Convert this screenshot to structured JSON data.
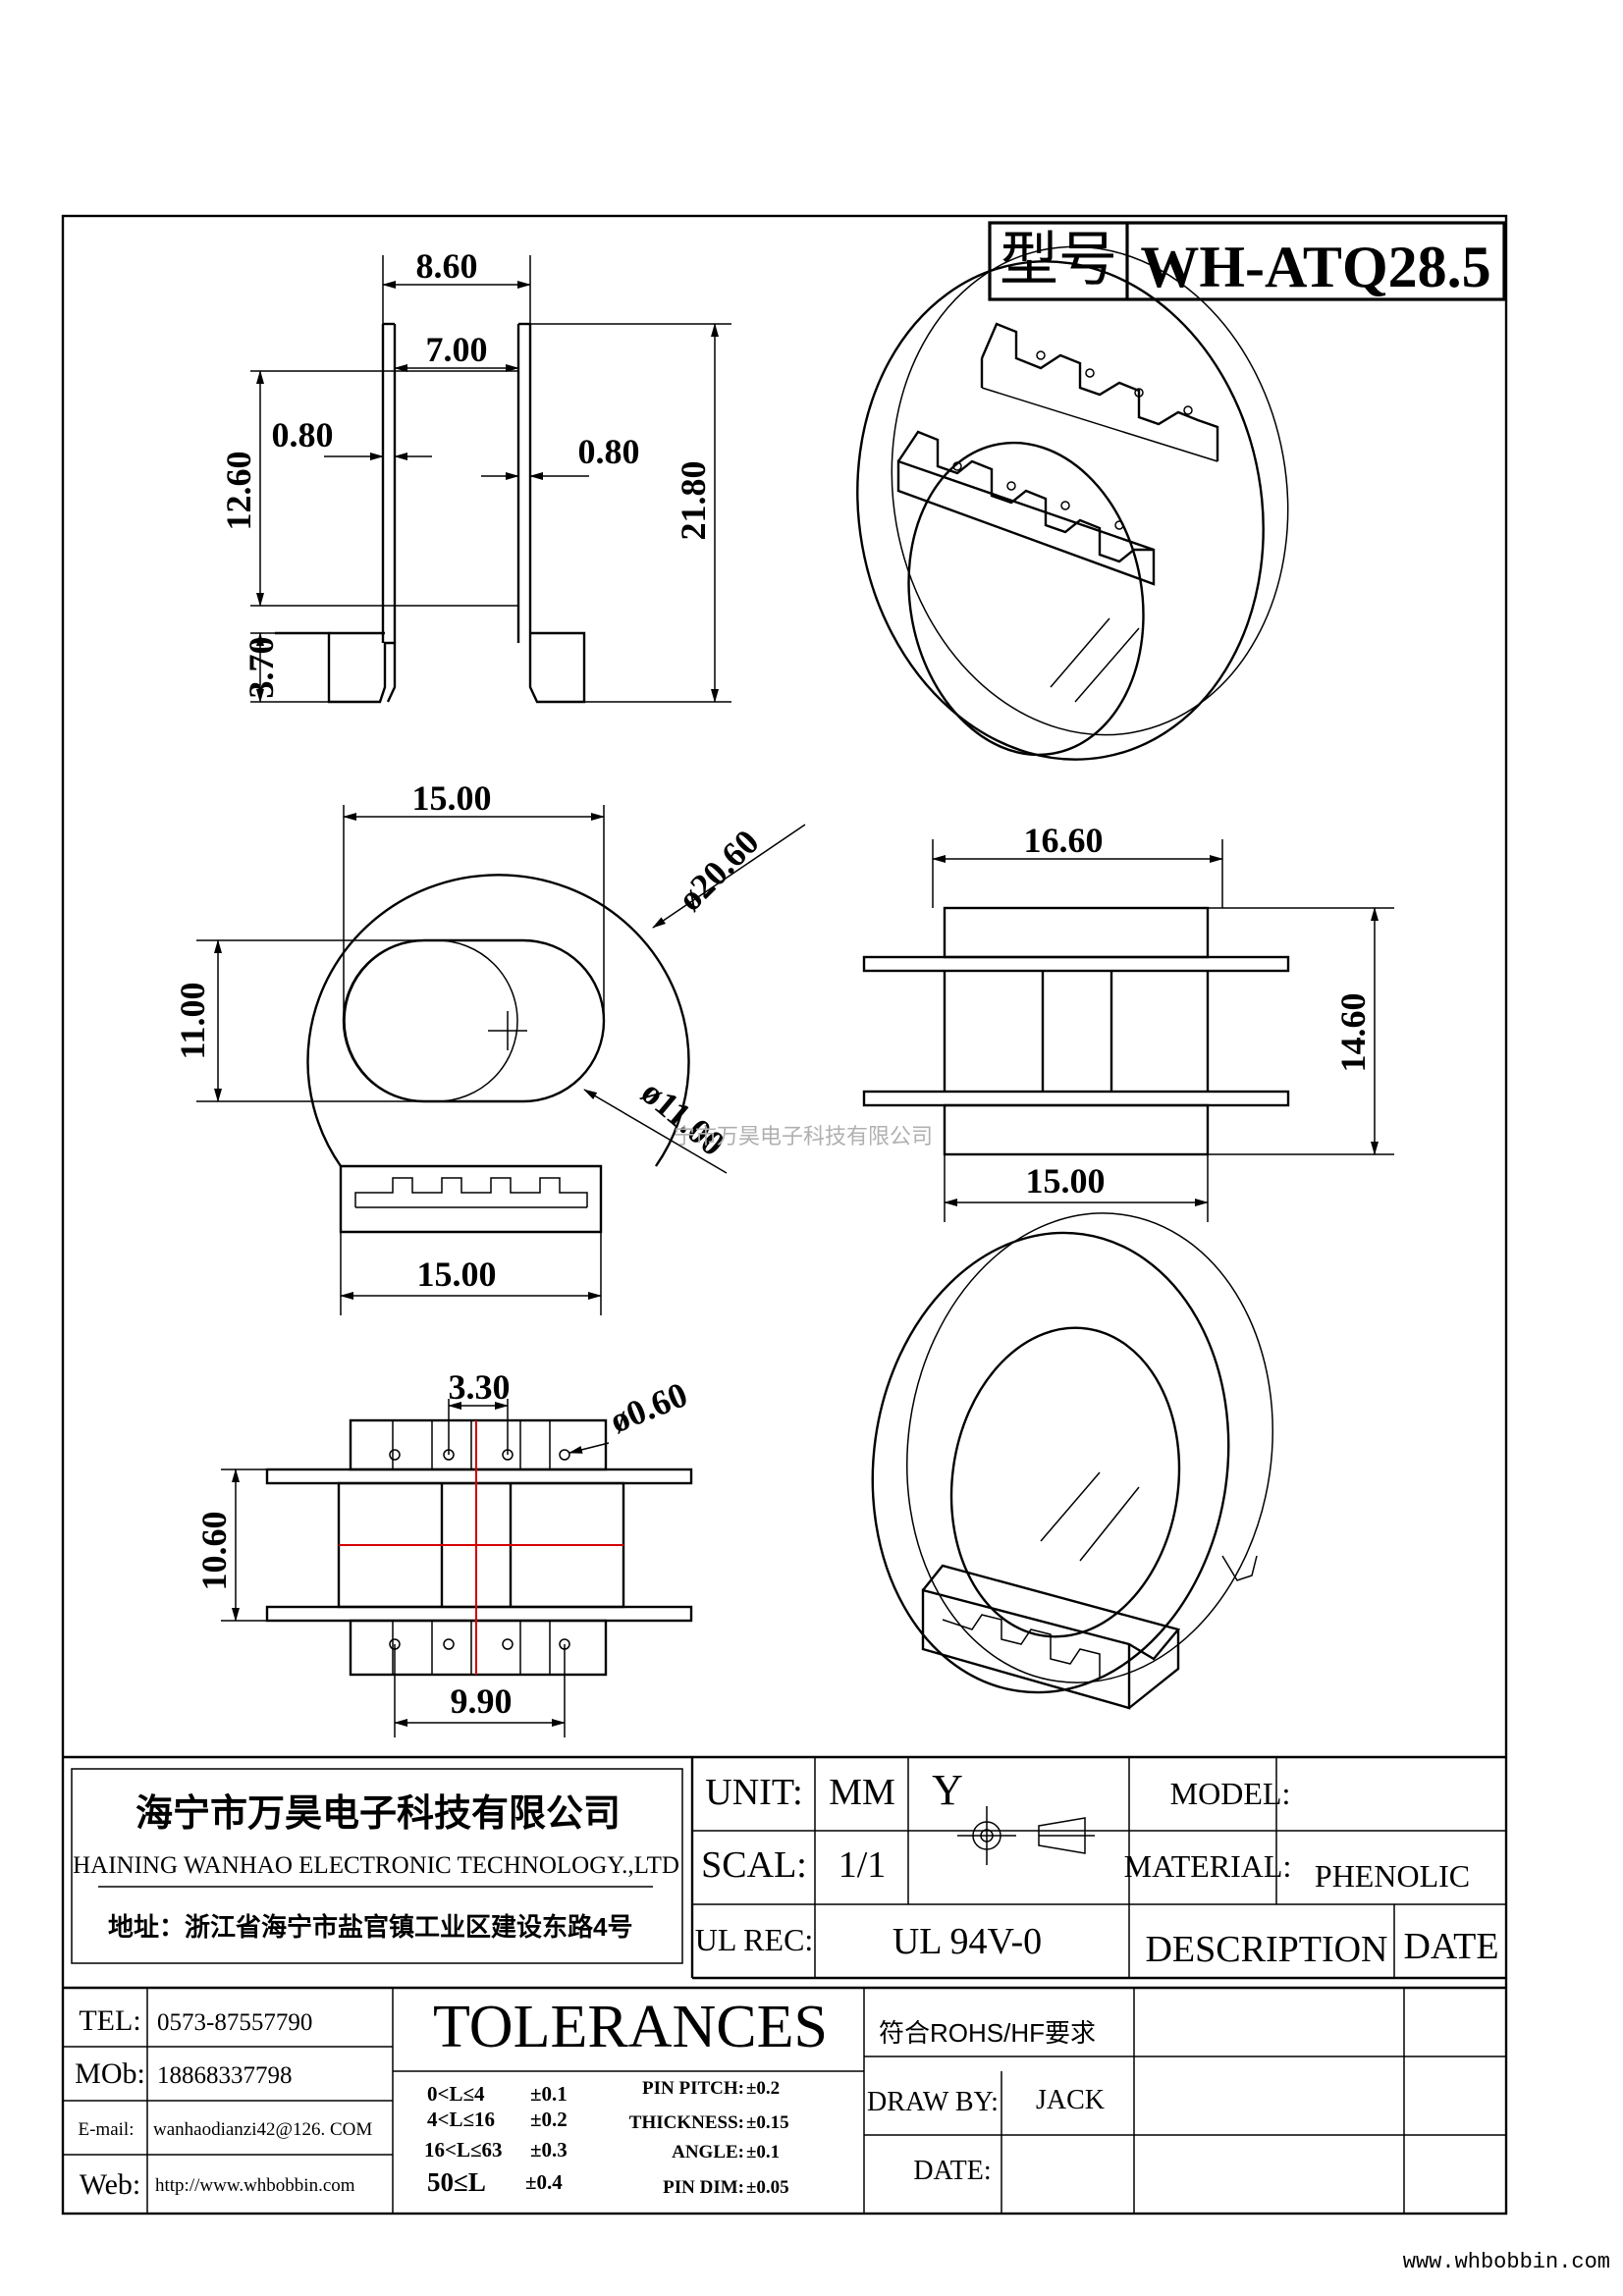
{
  "header": {
    "model_label": "型号",
    "model_value": "WH-ATQ28.5"
  },
  "dimensions": {
    "top_width_outer": "8.60",
    "top_width_inner": "7.00",
    "top_wall_left": "0.80",
    "top_wall_right": "0.80",
    "top_height_inner": "12.60",
    "top_height_total": "21.80",
    "top_pin_height": "3.70",
    "front_width": "15.00",
    "front_diameter": "ø20.60",
    "front_height": "11.00",
    "front_inner": "ø11.00",
    "front_base_width": "15.00",
    "side_width": "16.60",
    "side_height": "14.60",
    "side_base_width": "15.00",
    "bottom_pin_spacing": "3.30",
    "bottom_pin_dia": "ø0.60",
    "bottom_height": "10.60",
    "bottom_pin_span": "9.90"
  },
  "watermark": {
    "center": "宁市万昊电子科技有限公司",
    "corner": "www.whbobbin.com"
  },
  "company": {
    "name_cn": "海宁市万昊电子科技有限公司",
    "name_en": "HAINING WANHAO ELECTRONIC TECHNOLOGY.,LTD",
    "address": "地址：浙江省海宁市盐官镇工业区建设东路4号"
  },
  "contact": {
    "tel_label": "TEL:",
    "tel": "0573-87557790",
    "mob_label": "MOb:",
    "mob": "18868337798",
    "email_label": "E-mail:",
    "email": "wanhaodianzi42@126. COM",
    "web_label": "Web:",
    "web": "http://www.whbobbin.com"
  },
  "spec": {
    "unit_label": "UNIT:",
    "unit": "MM",
    "scale_label": "SCAL:",
    "scale": "1/1",
    "ul_label": "UL REC:",
    "ul": "UL 94V-0",
    "projection_label": "Y",
    "model_label": "MODEL:",
    "model": "",
    "material_label": "MATERIAL:",
    "material": "PHENOLIC",
    "description_label": "DESCRIPTION",
    "date_label": "DATE",
    "rohs": "符合ROHS/HF要求",
    "draw_by_label": "DRAW BY:",
    "draw_by": "JACK",
    "date_row_label": "DATE:",
    "date": ""
  },
  "tolerances": {
    "title": "TOLERANCES",
    "ranges": [
      {
        "range": "0<L≤4",
        "tol": "±0.1"
      },
      {
        "range": "4<L≤16",
        "tol": "±0.2"
      },
      {
        "range": "16<L≤63",
        "tol": "±0.3"
      },
      {
        "range": "50≤L",
        "tol": "±0.4"
      }
    ],
    "other": [
      {
        "label": "PIN PITCH:",
        "tol": "±0.2"
      },
      {
        "label": "THICKNESS:",
        "tol": "±0.15"
      },
      {
        "label": "ANGLE:",
        "tol": "±0.1"
      },
      {
        "label": "PIN DIM:",
        "tol": "±0.05"
      }
    ]
  }
}
